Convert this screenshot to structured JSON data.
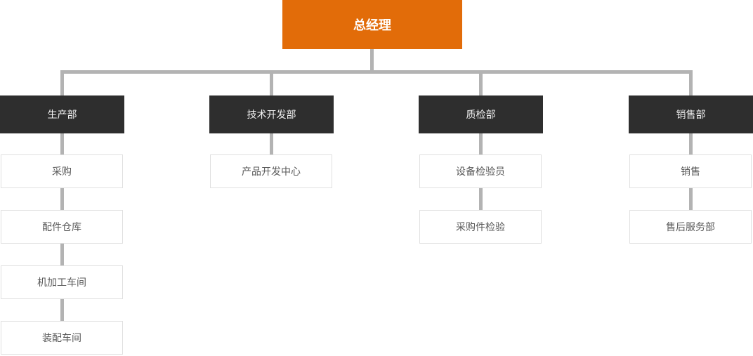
{
  "root": {
    "label": "总经理"
  },
  "departments": [
    {
      "label": "生产部",
      "children": [
        "采购",
        "配件仓库",
        "机加工车间",
        "装配车间"
      ]
    },
    {
      "label": "技术开发部",
      "children": [
        "产品开发中心"
      ]
    },
    {
      "label": "质检部",
      "children": [
        "设备检验员",
        "采购件检验"
      ]
    },
    {
      "label": "销售部",
      "children": [
        "销售",
        "售后服务部"
      ]
    }
  ],
  "colors": {
    "root_bg": "#e26c09",
    "root_text": "#ffffff",
    "dept_bg": "#2e2e2e",
    "dept_text": "#f2f2f2",
    "child_bg": "#ffffff",
    "child_border": "#e0e0e0",
    "child_text": "#595959",
    "connector": "#b3b3b3"
  }
}
